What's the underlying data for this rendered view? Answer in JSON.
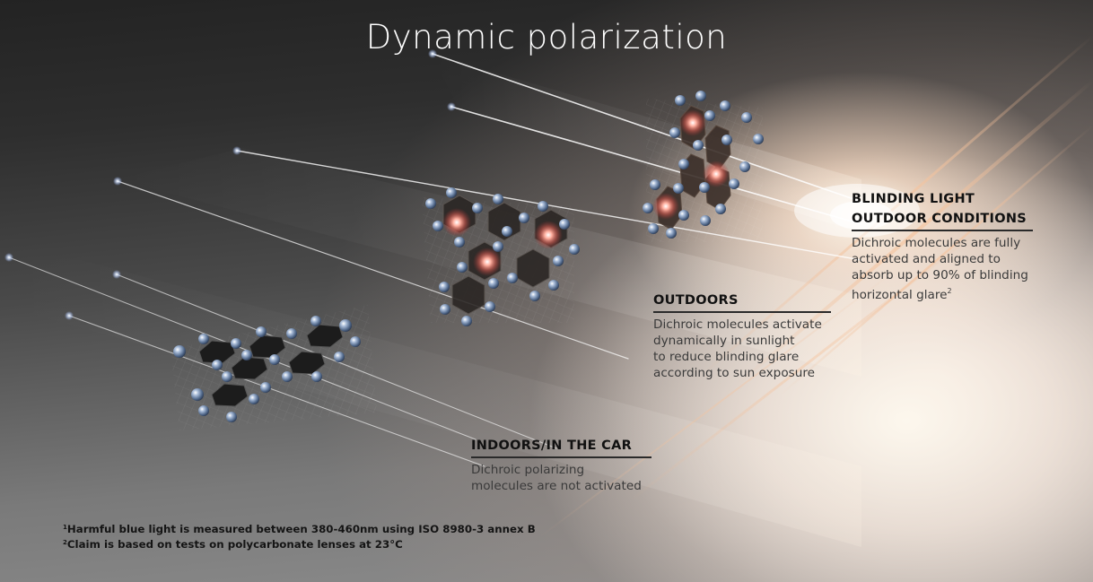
{
  "title": "Dynamic polarization",
  "stages": [
    {
      "id": "indoors",
      "heading": "INDOORS/IN THE CAR",
      "body_lines": [
        "Dichroic polarizing",
        "molecules are not activated"
      ]
    },
    {
      "id": "outdoors",
      "heading": "OUTDOORS",
      "body_lines": [
        "Dichroic molecules activate",
        "dynamically in sunlight",
        "to reduce blinding glare",
        "according to sun exposure"
      ]
    },
    {
      "id": "blinding",
      "heading_lines": [
        "BLINDING LIGHT",
        "OUTDOOR CONDITIONS"
      ],
      "body_lines": [
        "Dichroic molecules are fully",
        "activated and aligned to",
        "absorb up to 90% of blinding",
        "horizontal glare"
      ],
      "body_superscript": "2"
    }
  ],
  "footnotes": [
    {
      "marker": "1",
      "text": "Harmful blue light is measured between 380-460nm using ISO 8980-3 annex B"
    },
    {
      "marker": "2",
      "text": "Claim is based on tests on polycarbonate lenses at 23°C"
    }
  ],
  "colors": {
    "background_dark": "#2a2a2a",
    "glow": "#fff6e6",
    "flare": "#f0b890",
    "molecule_atom": "#7a92b8",
    "hexagon_fill": "#1e1e1e",
    "activated_core": "#ff7a6a",
    "text_dark": "#1e1e1e"
  }
}
